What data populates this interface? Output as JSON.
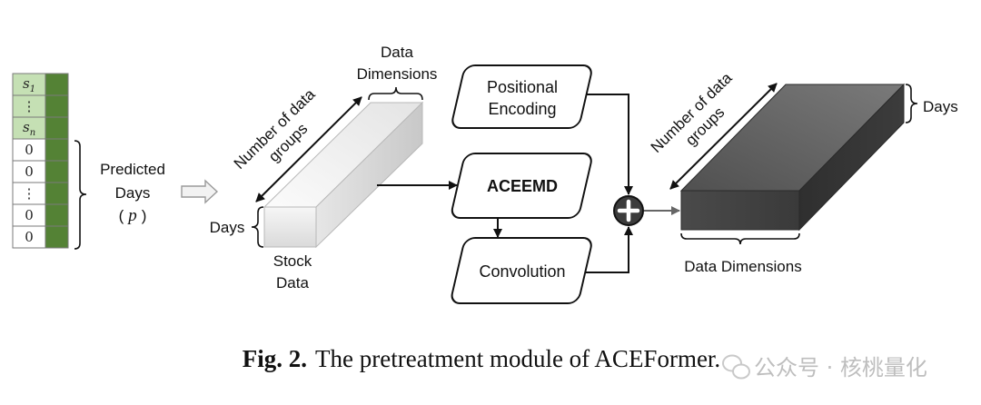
{
  "input_sequence": {
    "rows": [
      {
        "base": "s",
        "sub": "1",
        "fill": "#c5e0b4"
      },
      {
        "base": "⋮",
        "fill": "#c5e0b4"
      },
      {
        "base": "s",
        "sub": "n",
        "fill": "#c5e0b4"
      },
      {
        "base": "0",
        "fill": "#ffffff"
      },
      {
        "base": "0",
        "fill": "#ffffff"
      },
      {
        "base": "⋮",
        "fill": "#ffffff"
      },
      {
        "base": "0",
        "fill": "#ffffff"
      },
      {
        "base": "0",
        "fill": "#ffffff"
      }
    ]
  },
  "predicted": {
    "line1": "Predicted",
    "line2": "Days",
    "paren_open": "(",
    "symbol": "p",
    "paren_close": ")"
  },
  "stock_data": {
    "groups_label_line1": "Number of data",
    "groups_label_line2": "groups",
    "dims_label_line1": "Data",
    "dims_label_line2": "Dimensions",
    "days_label": "Days",
    "name_line1": "Stock",
    "name_line2": "Data"
  },
  "modules": {
    "positional_line1": "Positional",
    "positional_line2": "Encoding",
    "aceemd": "ACEEMD",
    "convolution": "Convolution"
  },
  "output": {
    "groups_label_line1": "Number of data",
    "groups_label_line2": "groups",
    "days_label": "Days",
    "dims_label": "Data Dimensions"
  },
  "caption": {
    "label": "Fig. 2.",
    "text": "The pretreatment module of ACEFormer."
  },
  "watermark": {
    "text": "公众号 · 核桃量化"
  },
  "icons": {
    "input_arrow": "hollow-right-arrow",
    "operator": "plus-circle"
  },
  "colors": {
    "marker_column": "#548235",
    "known_cell": "#c5e0b4",
    "padded_cell": "#ffffff",
    "output_block": "#404040",
    "stock_block": "#e8e8e8"
  }
}
